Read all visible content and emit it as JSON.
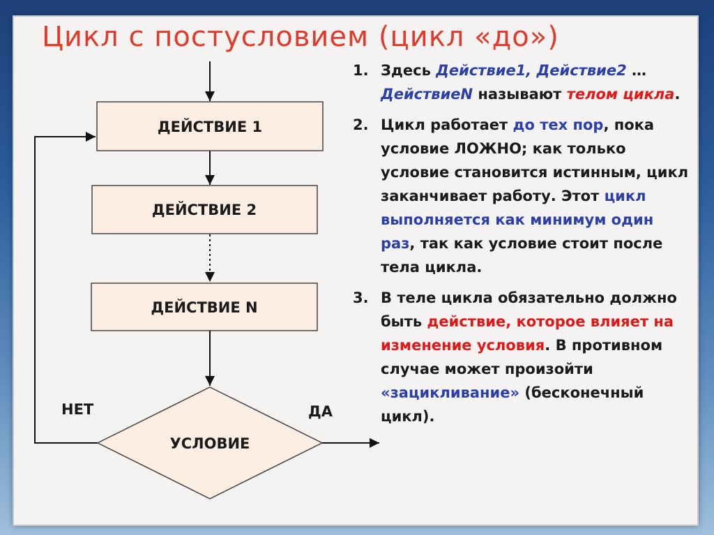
{
  "title": "Цикл с постусловием (цикл «до»)",
  "diagram": {
    "boxes": [
      "ДЕЙСТВИЕ 1",
      "ДЕЙСТВИЕ 2",
      "ДЕЙСТВИЕ N"
    ],
    "condition": "УСЛОВИЕ",
    "no_label": "НЕТ",
    "yes_label": "ДА"
  },
  "notes": {
    "n1": {
      "num": "1.",
      "a": "Здесь ",
      "b": "Действие1, Действие2",
      "c": " … ",
      "d": "ДействиеN",
      "e": " называют ",
      "f": "телом цикла",
      "g": "."
    },
    "n2": {
      "num": "2.",
      "a": "Цикл работает ",
      "b": "до тех пор",
      "c": ", пока условие ЛОЖНО; как только условие становится истинным, цикл заканчивает работу. Этот ",
      "d": "цикл выполняется как минимум один раз",
      "e": ", так как условие стоит после тела цикла."
    },
    "n3": {
      "num": "3.",
      "a": "В теле цикла обязательно должно быть ",
      "b": "действие, которое влияет на изменение условия",
      "c": ". В противном случае может произойти ",
      "d": "«зацикливание»",
      "e": " (бесконечный цикл)."
    }
  },
  "colors": {
    "title": "#e23a2a",
    "box_fill": "#fdeee3",
    "blue_text": "#2b3fa8",
    "red_text": "#e01818"
  }
}
